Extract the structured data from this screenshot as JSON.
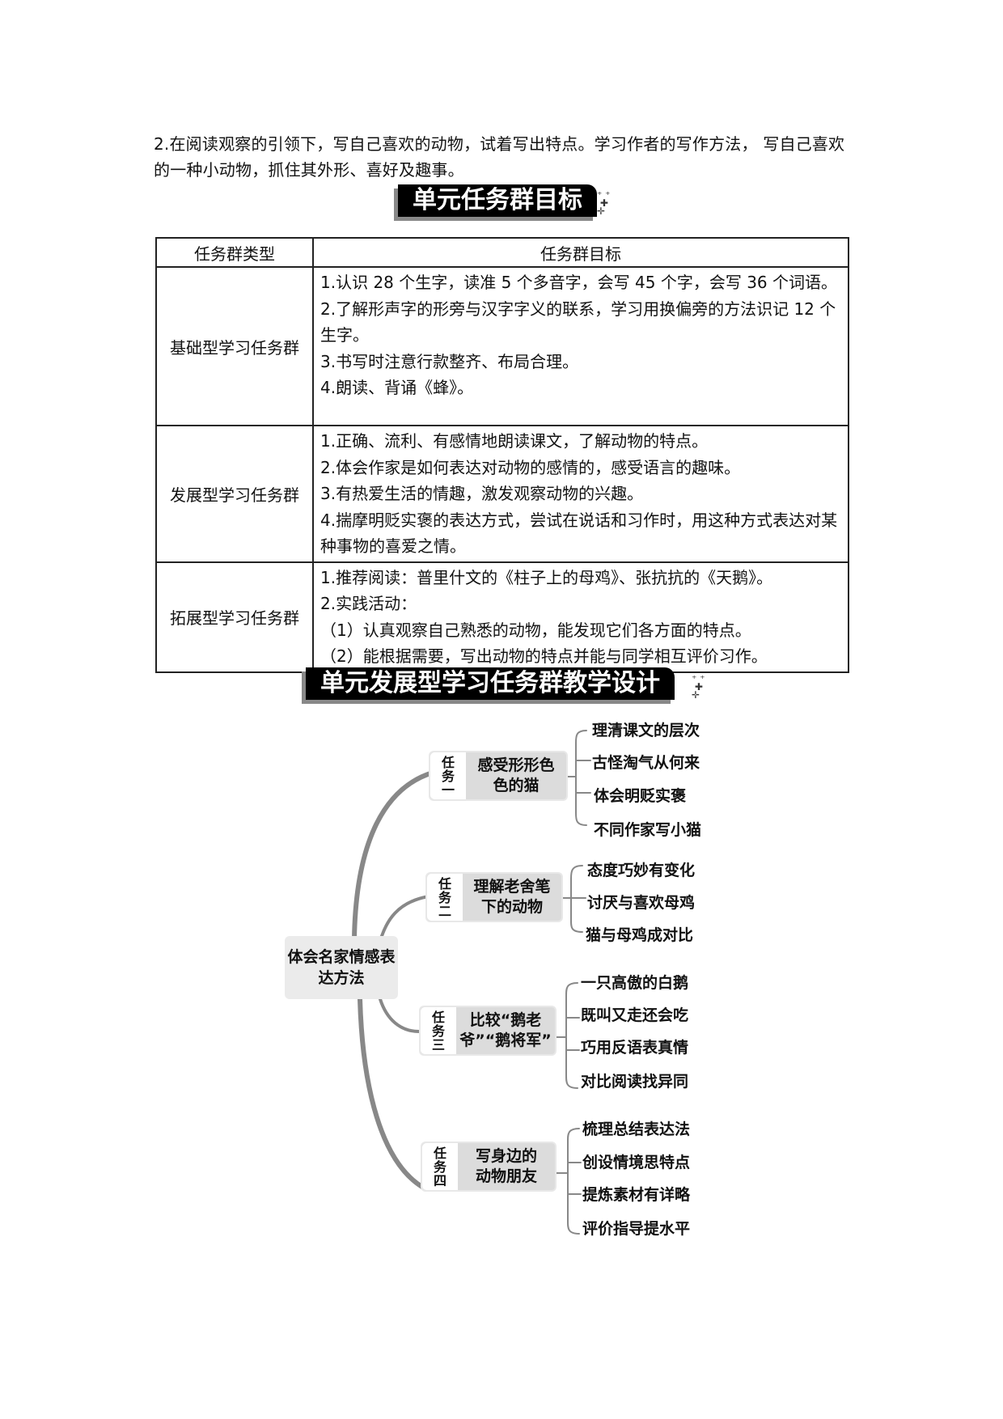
{
  "intro": {
    "text": "2.在阅读观察的引领下，写自己喜欢的动物，试着写出特点。学习作者的写作方法， 写自己喜欢的一种小动物，抓住其外形、喜好及趣事。"
  },
  "section1": {
    "title": "单元任务群目标",
    "table": {
      "headers": [
        "任务群类型",
        "任务群目标"
      ],
      "rows": [
        {
          "type": "基础型学习任务群",
          "goals": [
            "1.认识 28 个生字，读准 5 个多音字，会写 45 个字，会写 36 个词语。",
            "2.了解形声字的形旁与汉字字义的联系，学习用换偏旁的方法识记 12 个生字。",
            "3.书写时注意行款整齐、布局合理。",
            "4.朗读、背诵《蜂》。"
          ]
        },
        {
          "type": "发展型学习任务群",
          "goals": [
            "1.正确、流利、有感情地朗读课文，了解动物的特点。",
            "2.体会作家是如何表达对动物的感情的，感受语言的趣味。",
            "3.有热爱生活的情趣，激发观察动物的兴趣。",
            "4.揣摩明贬实褒的表达方式，尝试在说话和习作时，用这种方式表达对某种事物的喜爱之情。"
          ]
        },
        {
          "type": "拓展型学习任务群",
          "goals": [
            "1.推荐阅读：普里什文的《柱子上的母鸡》、张抗抗的《天鹅》。",
            "2.实践活动：",
            "（1）认真观察自己熟悉的动物，能发现它们各方面的特点。",
            "（2）能根据需要，写出动物的特点并能与同学相互评价习作。"
          ]
        }
      ]
    }
  },
  "section2": {
    "title": "单元发展型学习任务群教学设计",
    "mindmap": {
      "root": "体会名家情感表达方法",
      "tasks": [
        {
          "tag": "任务一",
          "title": "感受形形色色的猫",
          "leaves": [
            "理清课文的层次",
            "古怪淘气从何来",
            "体会明贬实褒",
            "不同作家写小猫"
          ]
        },
        {
          "tag": "任务二",
          "title": "理解老舍笔下的动物",
          "leaves": [
            "态度巧妙有变化",
            "讨厌与喜欢母鸡",
            "猫与母鸡成对比"
          ]
        },
        {
          "tag": "任务三",
          "title": "比较“鹅老爷”“鹅将军”",
          "leaves": [
            "一只高傲的白鹅",
            "既叫又走还会吃",
            "巧用反语表真情",
            "对比阅读找异同"
          ]
        },
        {
          "tag": "任务四",
          "title": "写身边的动物朋友",
          "leaves": [
            "梳理总结表达法",
            "创设情境思特点",
            "提炼素材有详略",
            "评价指导提水平"
          ]
        }
      ]
    }
  },
  "colors": {
    "banner_bg": "#000000",
    "banner_text": "#ffffff",
    "node_bg": "#dcdcdc",
    "root_bg": "#ebebeb",
    "line": "#888888"
  }
}
